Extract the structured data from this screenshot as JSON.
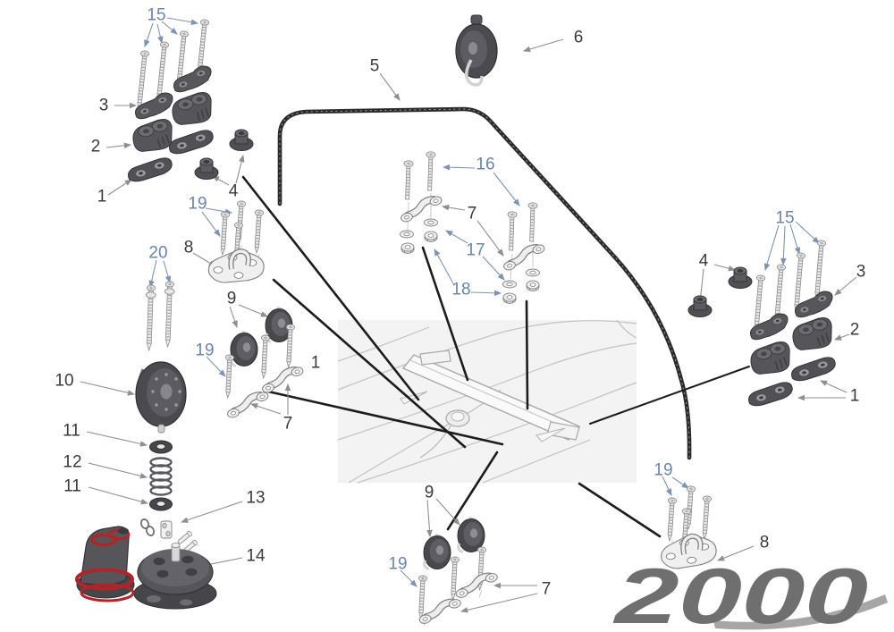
{
  "logo": {
    "text": "2000"
  },
  "colors": {
    "accent_blue": "#6884b8",
    "label_dark": "#3b3b3b",
    "part_red": "#b32428",
    "logo_gray": "#6f6f6f",
    "swoosh_gray": "#a6a6a6",
    "rope_black": "#2b2b2b",
    "deck_panel": "#f3f3f3",
    "deck_lines": "#bdbdbd"
  },
  "callouts": [
    {
      "text": "15",
      "color": "blue"
    },
    {
      "text": "3",
      "color": "dark"
    },
    {
      "text": "2",
      "color": "dark"
    },
    {
      "text": "1",
      "color": "dark"
    },
    {
      "text": "4",
      "color": "dark"
    },
    {
      "text": "5",
      "color": "dark"
    },
    {
      "text": "6",
      "color": "dark"
    },
    {
      "text": "16",
      "color": "blue"
    },
    {
      "text": "7",
      "color": "dark"
    },
    {
      "text": "17",
      "color": "blue"
    },
    {
      "text": "18",
      "color": "blue"
    },
    {
      "text": "19",
      "color": "blue"
    },
    {
      "text": "8",
      "color": "dark"
    },
    {
      "text": "20",
      "color": "blue"
    },
    {
      "text": "9",
      "color": "dark"
    },
    {
      "text": "19",
      "color": "blue"
    },
    {
      "text": "1",
      "color": "dark"
    },
    {
      "text": "7",
      "color": "dark"
    },
    {
      "text": "10",
      "color": "dark"
    },
    {
      "text": "11",
      "color": "dark"
    },
    {
      "text": "12",
      "color": "dark"
    },
    {
      "text": "11",
      "color": "dark"
    },
    {
      "text": "13",
      "color": "dark"
    },
    {
      "text": "14",
      "color": "dark"
    },
    {
      "text": "15",
      "color": "blue"
    },
    {
      "text": "4",
      "color": "dark"
    },
    {
      "text": "3",
      "color": "dark"
    },
    {
      "text": "2",
      "color": "dark"
    },
    {
      "text": "1",
      "color": "dark"
    },
    {
      "text": "9",
      "color": "dark"
    },
    {
      "text": "19",
      "color": "blue"
    },
    {
      "text": "7",
      "color": "dark"
    },
    {
      "text": "19",
      "color": "blue"
    },
    {
      "text": "8",
      "color": "dark"
    }
  ]
}
